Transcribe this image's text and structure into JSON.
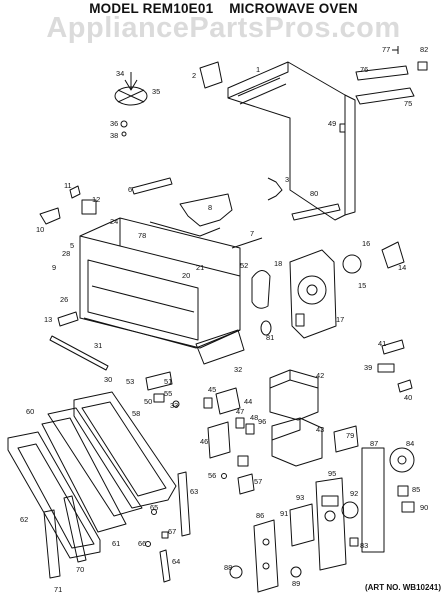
{
  "header": {
    "model": "MODEL REM10E01",
    "product": "MICROWAVE OVEN"
  },
  "watermark": "AppliancePartsPros.com",
  "art_number": "(ART NO. WB10241)",
  "part_numbers": [
    "1",
    "2",
    "5",
    "6",
    "7",
    "8",
    "9",
    "10",
    "11",
    "12",
    "13",
    "14",
    "15",
    "16",
    "17",
    "18",
    "20",
    "21",
    "24",
    "26",
    "28",
    "30",
    "31",
    "32",
    "33",
    "34",
    "35",
    "36",
    "38",
    "39",
    "40",
    "41",
    "42",
    "43",
    "44",
    "45",
    "46",
    "47",
    "48",
    "49",
    "50",
    "51",
    "52",
    "53",
    "55",
    "56",
    "57",
    "58",
    "60",
    "61",
    "62",
    "63",
    "64",
    "65",
    "66",
    "67",
    "70",
    "71",
    "75",
    "76",
    "77",
    "78",
    "79",
    "80",
    "81",
    "82",
    "83",
    "84",
    "85",
    "86",
    "87",
    "88",
    "89",
    "90",
    "91",
    "92",
    "93",
    "95",
    "96"
  ]
}
